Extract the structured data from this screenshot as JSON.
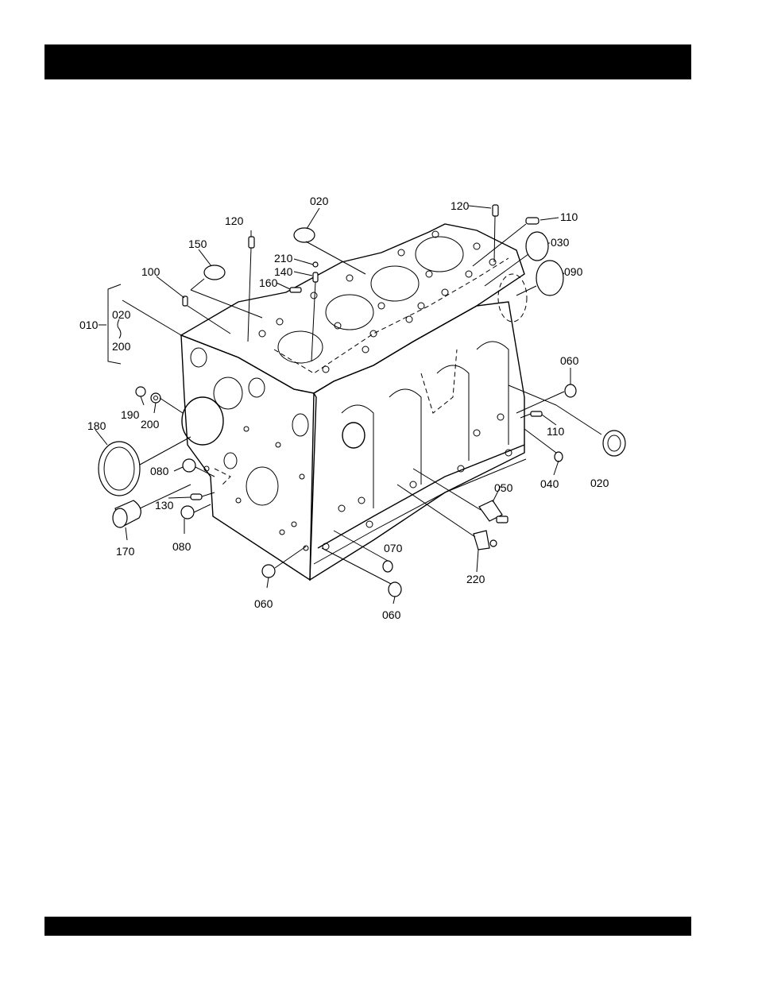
{
  "header": {
    "title": ""
  },
  "footer": {
    "text": ""
  },
  "diagram": {
    "callouts": {
      "c010": "010",
      "c020_top": "020",
      "c020_group_a": "020",
      "c200_group": "200",
      "c020_right": "020",
      "c030": "030",
      "c040": "040",
      "c050": "050",
      "c060_right": "060",
      "c060_bottom_left": "060",
      "c060_bottom_mid": "060",
      "c070": "070",
      "c080_a": "080",
      "c080_b": "080",
      "c090": "090",
      "c100": "100",
      "c110_top": "110",
      "c110_right": "110",
      "c120_left": "120",
      "c120_right": "120",
      "c130": "130",
      "c140": "140",
      "c150": "150",
      "c160": "160",
      "c170": "170",
      "c180": "180",
      "c190": "190",
      "c200": "200",
      "c210": "210",
      "c220": "220"
    }
  }
}
